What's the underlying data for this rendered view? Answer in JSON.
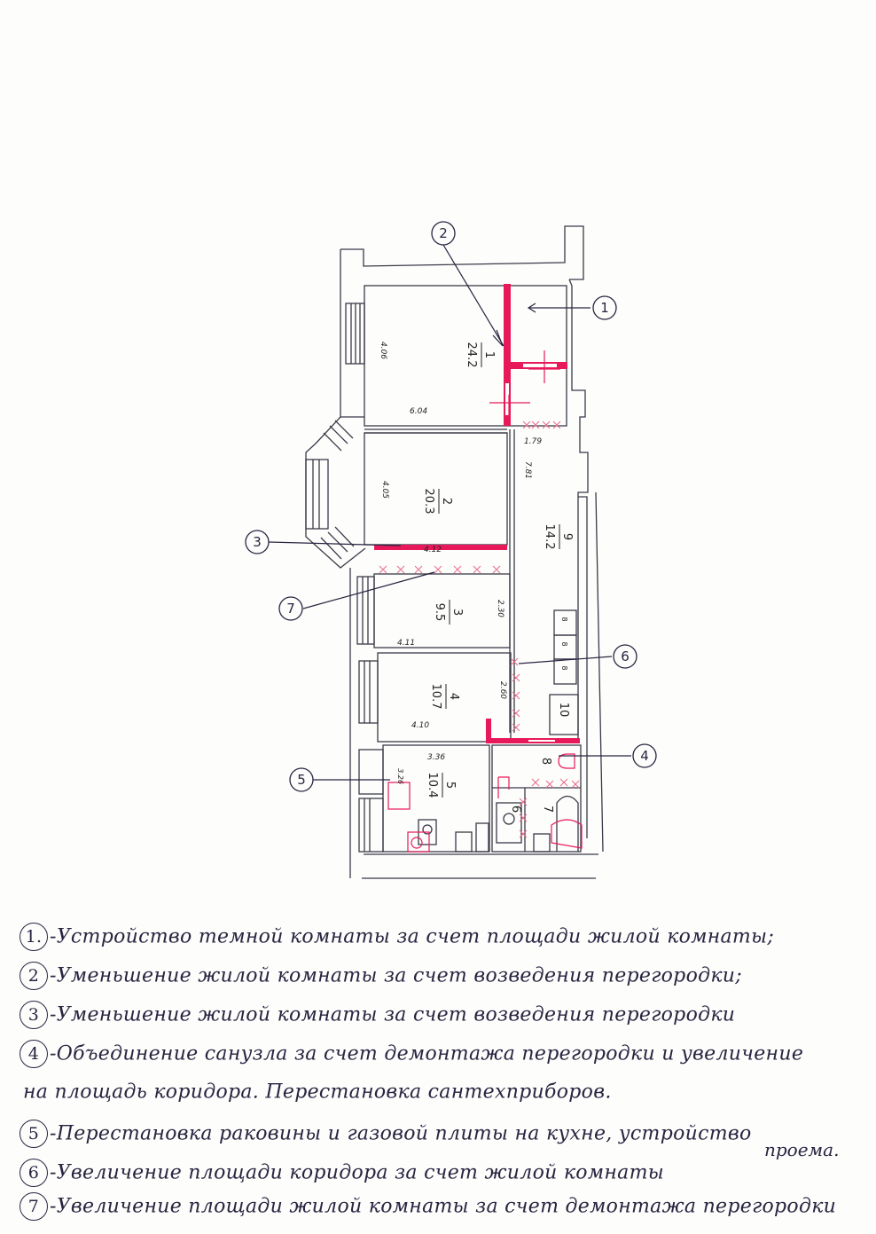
{
  "document": {
    "type": "apartment redevelopment floor plan",
    "language": "ru"
  },
  "rooms": [
    {
      "id": "1",
      "area": "24.2",
      "dims": [
        "4.06",
        "6.04"
      ]
    },
    {
      "id": "2",
      "area": "20.3",
      "dims": [
        "4.05",
        "4.12"
      ]
    },
    {
      "id": "3",
      "area": "9.5",
      "dims": [
        "2.30",
        "4.11"
      ]
    },
    {
      "id": "4",
      "area": "10.7",
      "dims": [
        "2.60",
        "4.10"
      ]
    },
    {
      "id": "5",
      "area": "10.4",
      "dims": [
        "3.36",
        "3.26"
      ]
    },
    {
      "id": "6",
      "area": "",
      "dims": []
    },
    {
      "id": "7",
      "area": "",
      "dims": []
    },
    {
      "id": "8",
      "area": "",
      "dims": []
    },
    {
      "id": "9",
      "area": "14.2",
      "dims": [
        "7.81",
        "1.79"
      ]
    },
    {
      "id": "10",
      "area": "",
      "dims": []
    }
  ],
  "plan_labels": {
    "r1_num": "1",
    "r1_area": "24.2",
    "r1_d1": "4.06",
    "r1_d2": "6.04",
    "r2_num": "2",
    "r2_area": "20.3",
    "r2_d1": "4.05",
    "r2_d2": "4.12",
    "r3_num": "3",
    "r3_area": "9.5",
    "r3_d1": "2.30",
    "r3_d2": "4.11",
    "r4_num": "4",
    "r4_area": "10.7",
    "r4_d1": "2.60",
    "r4_d2": "4.10",
    "r5_num": "5",
    "r5_area": "10.4",
    "r5_d1": "3.36",
    "r5_d2": "3.26",
    "r6_num": "6",
    "r7_num": "7",
    "r8_num": "8",
    "r9_num": "9",
    "r9_area": "14.2",
    "r9_d1": "7.81",
    "r9_d2": "1.79",
    "r10_num": "10",
    "cab": "8"
  },
  "callouts": [
    "1",
    "2",
    "3",
    "4",
    "5",
    "6",
    "7"
  ],
  "legend": [
    {
      "num": "1.",
      "text": "-Устройство темной комнаты за счет площади жилой комнаты;"
    },
    {
      "num": "2",
      "text": "-Уменьшение жилой комнаты за счет возведения перегородки;"
    },
    {
      "num": "3",
      "text": "-Уменьшение жилой комнаты за счет возведения перегородки"
    },
    {
      "num": "4",
      "text": "-Объединение санузла за счет демонтажа перегородки и увеличение"
    },
    {
      "num": "",
      "text": "на площадь коридора. Перестановка сантехприборов."
    },
    {
      "num": "5",
      "text": "-Перестановка раковины и газовой плиты на кухне, устройство"
    },
    {
      "num": "6",
      "text": "-Увеличение площади коридора за счет жилой комнаты"
    },
    {
      "num": "7",
      "text": "-Увеличение площади жилой комнаты за счет демонтажа перегородки"
    }
  ],
  "legend_extra": {
    "word": "проема."
  },
  "colors": {
    "ink": "#2a2440",
    "wall": "#3a3a48",
    "new_partition": "#e8195a",
    "demolition_marks": "#e86a8a",
    "paper": "#fdfdfc"
  }
}
